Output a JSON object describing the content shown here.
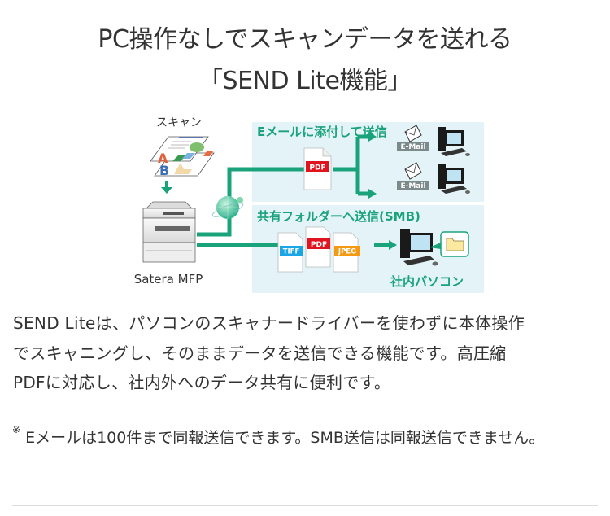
{
  "heading": {
    "line1": "PC操作なしでスキャンデータを送れる",
    "line2": "「SEND Lite機能」"
  },
  "diagram": {
    "scan_label": "スキャン",
    "device_label": "Satera MFP",
    "email_section": {
      "title": "Eメールに添付して送信",
      "file_badge": "PDF",
      "recipients": [
        {
          "badge": "E-Mail"
        },
        {
          "badge": "E-Mail"
        }
      ]
    },
    "smb_section": {
      "title": "共有フォルダーへ送信(SMB)",
      "file_badges": [
        "TIFF",
        "PDF",
        "JPEG"
      ],
      "destination_label": "社内パソコン"
    },
    "colors": {
      "accent_green": "#1aa37a",
      "panel_bg": "#e3f3f8",
      "pdf_red": "#e0141e",
      "tiff_blue": "#1aa6e6",
      "jpeg_orange": "#f39a12",
      "email_badge_gray": "#7d8a8c"
    }
  },
  "description": {
    "lines": [
      "SEND Liteは、パソコンのスキャナードライバーを使わずに本体操作",
      "でスキャニングし、そのままデータを送信できる機能です。高圧縮",
      "PDFに対応し、社内外へのデータ共有に便利です。"
    ]
  },
  "note": {
    "mark": "※",
    "text": "Eメールは100件まで同報送信できます。SMB送信は同報送信できません。"
  }
}
